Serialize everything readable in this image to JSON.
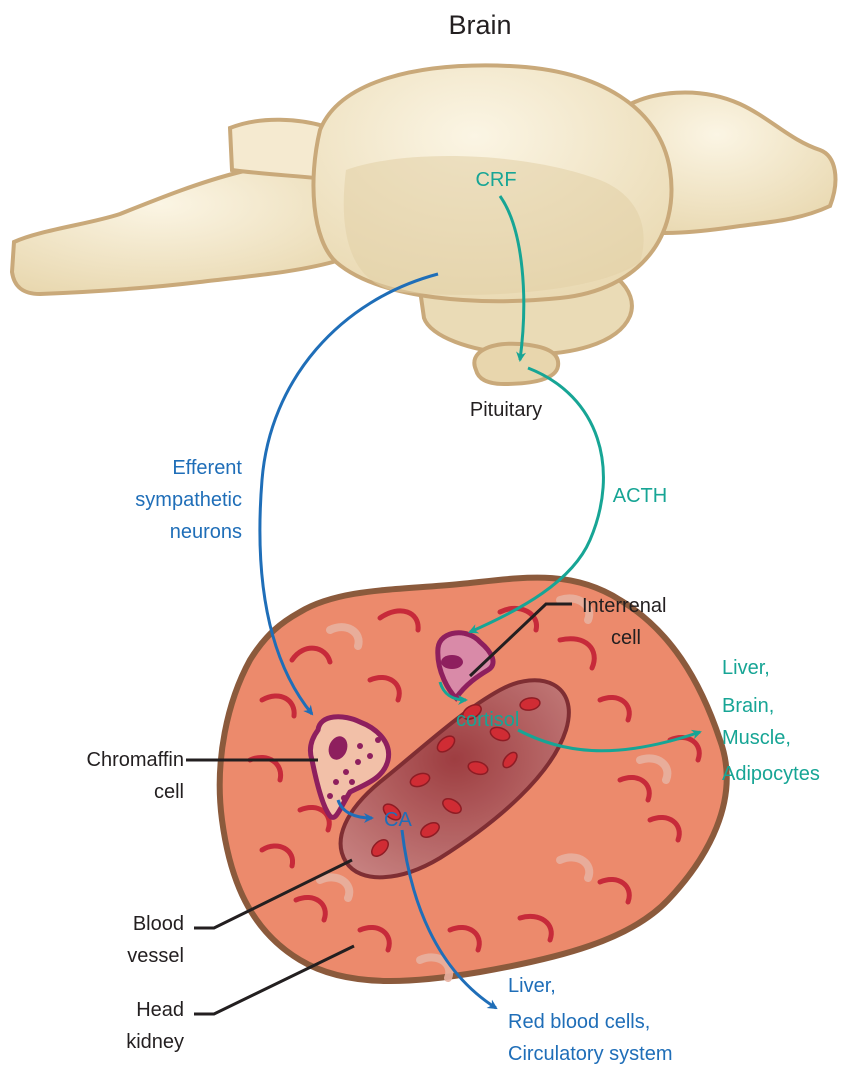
{
  "title": "Brain",
  "labels": {
    "crf": "CRF",
    "pituitary": "Pituitary",
    "acth": "ACTH",
    "efferent": [
      "Efferent",
      "sympathetic",
      "neurons"
    ],
    "interrenal": [
      "Interrenal",
      "cell"
    ],
    "chromaffin": [
      "Chromaffin",
      "cell"
    ],
    "cortisol": "cortisol",
    "ca": "CA",
    "blood_vessel": [
      "Blood",
      "vessel"
    ],
    "head_kidney": [
      "Head",
      "kidney"
    ],
    "cortisol_targets": [
      "Liver,",
      "Brain,",
      "Muscle,",
      "Adipocytes"
    ],
    "ca_targets": [
      "Liver,",
      "Red blood cells,",
      "Circulatory system"
    ]
  },
  "colors": {
    "sympathetic_pathway": "#1f6eb8",
    "hormone_pathway": "#17a595",
    "leader_line": "#231f20",
    "brain_fill": "#f1e6c8",
    "kidney_fill": "#ec8a6c",
    "kidney_edge": "#8b5a3c",
    "vessel_fill": "#b84848",
    "cell_outline": "#8e1f5e"
  }
}
